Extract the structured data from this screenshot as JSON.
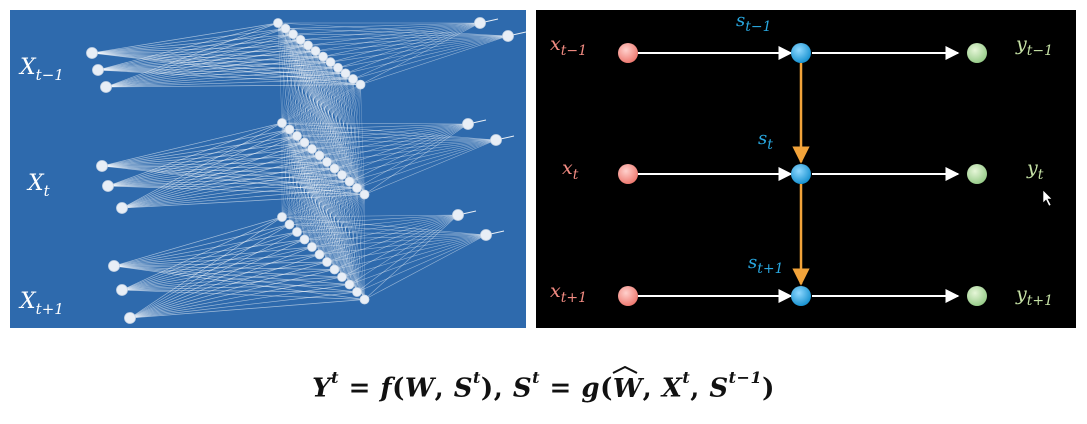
{
  "left_network": {
    "labels": [
      {
        "base": "X",
        "sub": "t−1"
      },
      {
        "base": "X",
        "sub": "t"
      },
      {
        "base": "X",
        "sub": "t+1"
      }
    ],
    "colors": {
      "background": "#2e6aad",
      "node": "#e8eef6",
      "line": "#ffffff"
    }
  },
  "rnn_diagram": {
    "inputs": [
      {
        "base": "x",
        "sub": "t−1"
      },
      {
        "base": "x",
        "sub": "t"
      },
      {
        "base": "x",
        "sub": "t+1"
      }
    ],
    "states": [
      {
        "base": "s",
        "sub": "t−1"
      },
      {
        "base": "s",
        "sub": "t"
      },
      {
        "base": "s",
        "sub": "t+1"
      }
    ],
    "outputs": [
      {
        "base": "y",
        "sub": "t−1"
      },
      {
        "base": "y",
        "sub": "t"
      },
      {
        "base": "y",
        "sub": "t+1"
      }
    ],
    "colors": {
      "background": "#000000",
      "input_node": "#f28b82",
      "input_text": "#f28b82",
      "state_node": "#29a8e0",
      "state_text": "#29a8e0",
      "output_node": "#a5d6a7",
      "output_text": "#c5e1a5",
      "arrow_white": "#ffffff",
      "arrow_orange": "#f2a33a"
    }
  },
  "formula": {
    "Y": "Y",
    "t": "t",
    "eq1": " = ",
    "f": "f",
    "lp": "(",
    "W": "W",
    "comma": ", ",
    "S": "S",
    "rp1": "),  ",
    "S2": "S",
    "eq2": " = ",
    "g": "g",
    "lp2": "(",
    "What": "W",
    "comma2": ", ",
    "X": "X",
    "comma3": ", ",
    "S3": "S",
    "tm1": "t−1",
    "rp2": ")"
  }
}
